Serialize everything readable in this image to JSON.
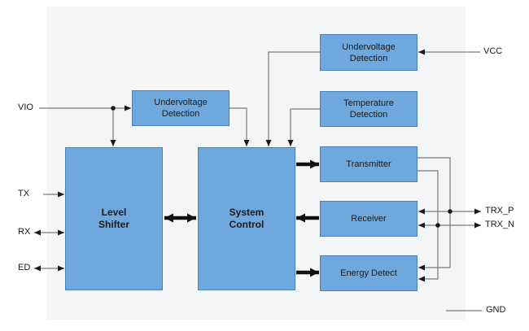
{
  "colors": {
    "block_fill": "#6FA8DC",
    "block_border": "#4A7EBB",
    "chip_background": "#F4F5F7",
    "wire": "#7A7A7A",
    "arrowhead": "#1A1A1A",
    "thick_arrow": "#111111",
    "text": "#1A1A1A"
  },
  "blocks": {
    "uvd_vio": {
      "lines": [
        "Undervoltage",
        "Detection"
      ]
    },
    "uvd_vcc": {
      "lines": [
        "Undervoltage",
        "Detection"
      ]
    },
    "temp_detection": {
      "lines": [
        "Temperature",
        "Detection"
      ]
    },
    "transmitter": {
      "lines": [
        "Transmitter"
      ]
    },
    "receiver": {
      "lines": [
        "Receiver"
      ]
    },
    "energy_detect": {
      "lines": [
        "Energy Detect"
      ]
    },
    "level_shifter": {
      "lines": [
        "Level",
        "Shifter"
      ]
    },
    "system_control": {
      "lines": [
        "System",
        "Control"
      ]
    }
  },
  "pins": {
    "vio": "VIO",
    "tx": "TX",
    "rx": "RX",
    "ed": "ED",
    "vcc": "VCC",
    "trx_p": "TRX_P",
    "trx_n": "TRX_N",
    "gnd": "GND"
  }
}
